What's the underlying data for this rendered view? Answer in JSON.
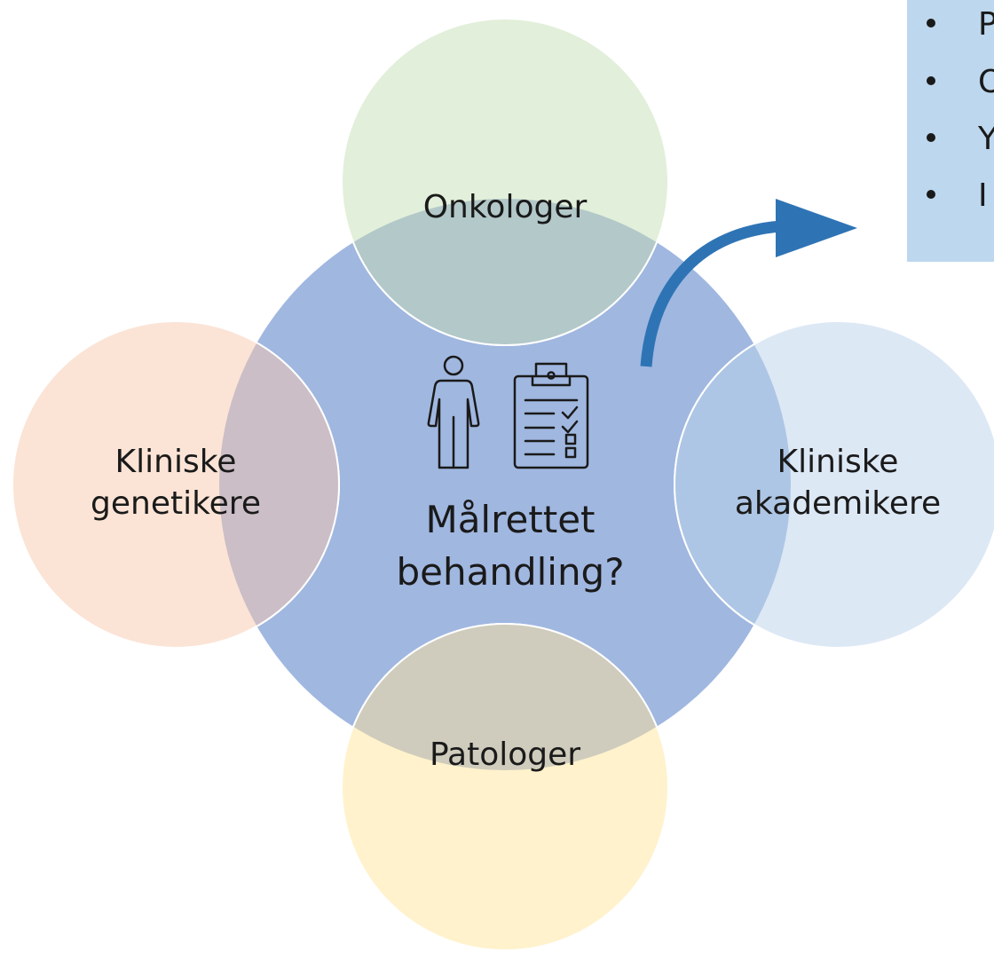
{
  "center": {
    "line1": "Målrettet",
    "line2": "behandling?",
    "icons": [
      "person-icon",
      "clipboard-checklist-icon"
    ]
  },
  "circles": {
    "top": {
      "label": "Onkologer"
    },
    "left": {
      "line1": "Kliniske",
      "line2": "genetikere"
    },
    "right": {
      "line1": "Kliniske",
      "line2": "akademikere"
    },
    "bottom": {
      "label": "Patologer"
    }
  },
  "callout": {
    "bullets": [
      "P",
      "O",
      "Y",
      "I"
    ]
  },
  "colors": {
    "center": "#a0b7e0",
    "top": "#e2efda",
    "left": "#fbe4d6",
    "right": "#dde8f5",
    "bottom": "#fff2cc",
    "overlap_top": "#b3c8c8",
    "overlap_left": "#cbbec6",
    "overlap_right": "#aec6e5",
    "overlap_bottom": "#cfccbd",
    "callout_bg": "#bdd7ee",
    "arrow": "#2e74b5"
  }
}
